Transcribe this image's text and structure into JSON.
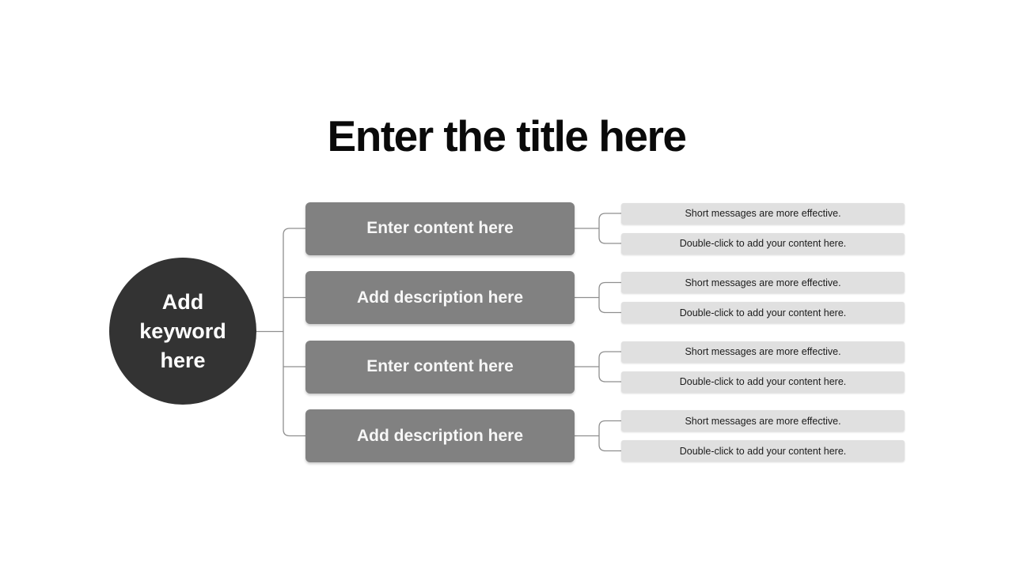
{
  "title": "Enter the title here",
  "center": {
    "label": "Add keyword here"
  },
  "branches": [
    {
      "label": "Enter content here",
      "notes": [
        "Short messages are more effective.",
        "Double-click to add your content here."
      ]
    },
    {
      "label": "Add description here",
      "notes": [
        "Short messages are more effective.",
        "Double-click to add your content here."
      ]
    },
    {
      "label": "Enter content here",
      "notes": [
        "Short messages are more effective.",
        "Double-click to add your content here."
      ]
    },
    {
      "label": "Add description here",
      "notes": [
        "Short messages are more effective.",
        "Double-click to add your content here."
      ]
    }
  ],
  "colors": {
    "circle": "#333333",
    "branch_box": "#818181",
    "note_box": "#e0e0e0",
    "connector": "#8f8f8f",
    "title_text": "#0a0a0a"
  }
}
